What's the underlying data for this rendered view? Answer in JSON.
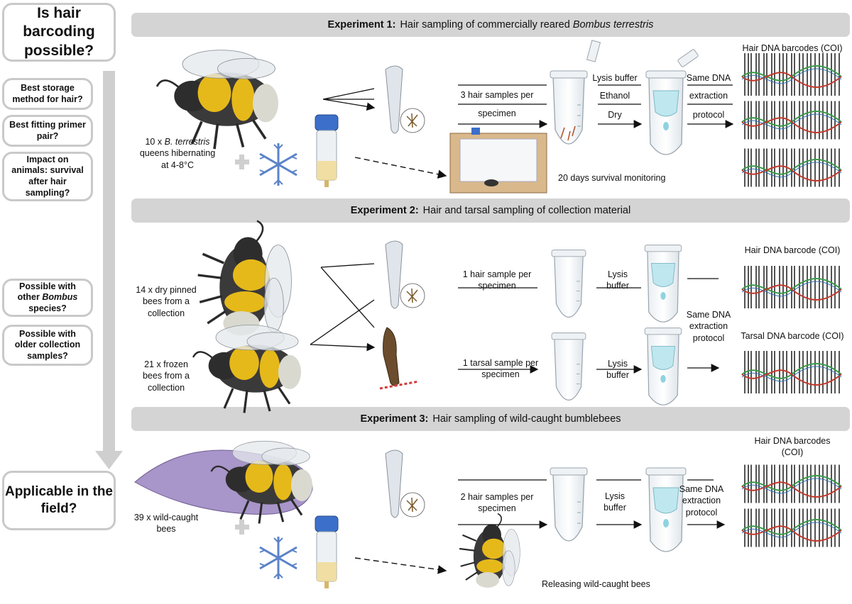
{
  "left_questions": {
    "q1": "Is hair barcoding possible?",
    "q2": "Best storage method for hair?",
    "q3": "Best fitting primer pair?",
    "q4": "Impact on animals: survival after hair sampling?",
    "q5_pre": "Possible with other",
    "q5_em": "Bombus",
    "q5_post": "species?",
    "q6": "Possible with older collection samples?",
    "q7": "Applicable in the field?"
  },
  "exp1": {
    "title_bold": "Experiment 1:",
    "title_text": "Hair sampling of commercially reared",
    "title_italic": "Bombus terrestris",
    "specimen_pre": "10 x",
    "specimen_em": "B. terrestris",
    "specimen_rest1": "queens hibernating",
    "specimen_rest2": "at 4-8°C",
    "samples_1": "3 hair samples per",
    "samples_2": "specimen",
    "storage_1": "Lysis buffer",
    "storage_2": "Ethanol",
    "storage_3": "Dry",
    "protocol_1": "Same DNA",
    "protocol_2": "extraction",
    "protocol_3": "protocol",
    "barcodes": "Hair DNA barcodes (COI)",
    "survival": "20 days survival monitoring"
  },
  "exp2": {
    "title_bold": "Experiment 2:",
    "title_text": "Hair and tarsal sampling of collection material",
    "pinned_1": "14 x dry pinned",
    "pinned_2": "bees from a",
    "pinned_3": "collection",
    "frozen_1": "21 x frozen",
    "frozen_2": "bees from a",
    "frozen_3": "collection",
    "hair_1": "1 hair sample per",
    "hair_2": "specimen",
    "tarsal_1": "1 tarsal sample per",
    "tarsal_2": "specimen",
    "lysis_1": "Lysis",
    "lysis_2": "buffer",
    "protocol_1": "Same DNA",
    "protocol_2": "extraction",
    "protocol_3": "protocol",
    "hair_barcode": "Hair DNA barcode (COI)",
    "tarsal_barcode": "Tarsal DNA barcode (COI)"
  },
  "exp3": {
    "title_bold": "Experiment 3:",
    "title_text": "Hair sampling of wild-caught bumblebees",
    "specimen_1": "39 x wild-caught",
    "specimen_2": "bees",
    "samples_1": "2 hair samples per",
    "samples_2": "specimen",
    "lysis_1": "Lysis",
    "lysis_2": "buffer",
    "protocol_1": "Same DNA",
    "protocol_2": "extraction",
    "protocol_3": "protocol",
    "barcodes_1": "Hair DNA barcodes",
    "barcodes_2": "(COI)",
    "release": "Releasing wild-caught bees"
  }
}
